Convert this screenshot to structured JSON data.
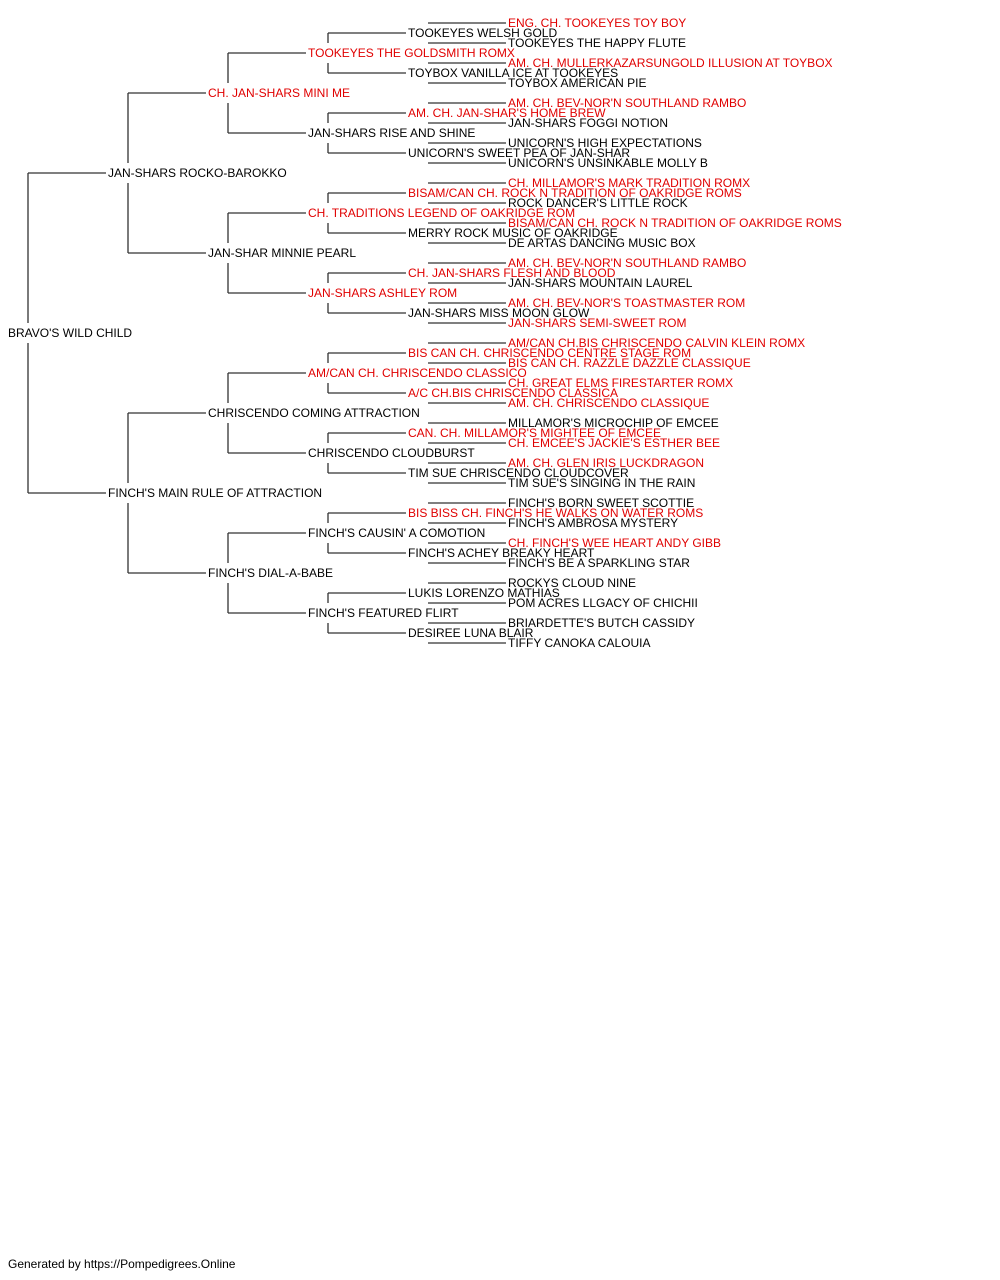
{
  "pedigree": {
    "name": "BRAVO'S WILD CHILD",
    "champion": false,
    "sire": {
      "name": "JAN-SHARS ROCKO-BAROKKO",
      "champion": false,
      "sire": {
        "name": "CH. JAN-SHARS MINI ME",
        "champion": true,
        "sire": {
          "name": "TOOKEYES THE GOLDSMITH ROMX",
          "champion": true,
          "sire": {
            "name": "TOOKEYES WELSH GOLD",
            "champion": false,
            "sire": {
              "name": "ENG. CH. TOOKEYES TOY BOY",
              "champion": true
            },
            "dam": {
              "name": "TOOKEYES THE HAPPY FLUTE",
              "champion": false
            }
          },
          "dam": {
            "name": "TOYBOX VANILLA ICE AT TOOKEYES",
            "champion": false,
            "sire": {
              "name": "AM. CH. MULLERKAZARSUNGOLD ILLUSION AT TOYBOX",
              "champion": true
            },
            "dam": {
              "name": "TOYBOX AMERICAN PIE",
              "champion": false
            }
          }
        },
        "dam": {
          "name": "JAN-SHARS RISE AND SHINE",
          "champion": false,
          "sire": {
            "name": "AM. CH. JAN-SHAR'S HOME BREW",
            "champion": true,
            "sire": {
              "name": "AM. CH. BEV-NOR'N SOUTHLAND RAMBO",
              "champion": true
            },
            "dam": {
              "name": "JAN-SHARS FOGGI NOTION",
              "champion": false
            }
          },
          "dam": {
            "name": "UNICORN'S SWEET PEA OF JAN-SHAR",
            "champion": false,
            "sire": {
              "name": "UNICORN'S HIGH EXPECTATIONS",
              "champion": false
            },
            "dam": {
              "name": "UNICORN'S UNSINKABLE MOLLY B",
              "champion": false
            }
          }
        }
      },
      "dam": {
        "name": "JAN-SHAR MINNIE PEARL",
        "champion": false,
        "sire": {
          "name": "CH. TRADITIONS LEGEND OF OAKRIDGE ROM",
          "champion": true,
          "sire": {
            "name": "BISAM/CAN CH. ROCK N TRADITION OF OAKRIDGE ROMS",
            "champion": true,
            "sire": {
              "name": "CH. MILLAMOR'S MARK TRADITION ROMX",
              "champion": true
            },
            "dam": {
              "name": "ROCK DANCER'S LITTLE ROCK",
              "champion": false
            }
          },
          "dam": {
            "name": "MERRY ROCK MUSIC OF OAKRIDGE",
            "champion": false,
            "sire": {
              "name": "BISAM/CAN CH. ROCK N TRADITION OF OAKRIDGE ROMS",
              "champion": true
            },
            "dam": {
              "name": "DE ARTAS DANCING MUSIC BOX",
              "champion": false
            }
          }
        },
        "dam": {
          "name": "JAN-SHARS ASHLEY ROM",
          "champion": true,
          "sire": {
            "name": "CH. JAN-SHARS FLESH AND BLOOD",
            "champion": true,
            "sire": {
              "name": "AM. CH. BEV-NOR'N SOUTHLAND RAMBO",
              "champion": true
            },
            "dam": {
              "name": "JAN-SHARS MOUNTAIN LAUREL",
              "champion": false
            }
          },
          "dam": {
            "name": "JAN-SHARS MISS MOON GLOW",
            "champion": false,
            "sire": {
              "name": "AM. CH. BEV-NOR'S TOASTMASTER ROM",
              "champion": true
            },
            "dam": {
              "name": "JAN-SHARS SEMI-SWEET ROM",
              "champion": true
            }
          }
        }
      }
    },
    "dam": {
      "name": "FINCH'S MAIN RULE OF ATTRACTION",
      "champion": false,
      "sire": {
        "name": "CHRISCENDO COMING ATTRACTION",
        "champion": false,
        "sire": {
          "name": "AM/CAN CH. CHRISCENDO CLASSICO",
          "champion": true,
          "sire": {
            "name": "BIS CAN CH. CHRISCENDO CENTRE STAGE ROM",
            "champion": true,
            "sire": {
              "name": "AM/CAN CH.BIS CHRISCENDO CALVIN KLEIN ROMX",
              "champion": true
            },
            "dam": {
              "name": "BIS CAN CH. RAZZLE DAZZLE CLASSIQUE",
              "champion": true
            }
          },
          "dam": {
            "name": "A/C CH.BIS CHRISCENDO CLASSICA",
            "champion": true,
            "sire": {
              "name": "CH. GREAT ELMS FIRESTARTER ROMX",
              "champion": true
            },
            "dam": {
              "name": "AM. CH. CHRISCENDO CLASSIQUE",
              "champion": true
            }
          }
        },
        "dam": {
          "name": "CHRISCENDO CLOUDBURST",
          "champion": false,
          "sire": {
            "name": "CAN. CH. MILLAMOR'S MIGHTEE OF EMCEE",
            "champion": true,
            "sire": {
              "name": "MILLAMOR'S MICROCHIP OF EMCEE",
              "champion": false
            },
            "dam": {
              "name": "CH. EMCEE'S JACKIE'S ESTHER BEE",
              "champion": true
            }
          },
          "dam": {
            "name": "TIM SUE CHRISCENDO CLOUDCOVER",
            "champion": false,
            "sire": {
              "name": "AM. CH. GLEN IRIS LUCKDRAGON",
              "champion": true
            },
            "dam": {
              "name": "TIM SUE'S SINGING IN THE RAIN",
              "champion": false
            }
          }
        }
      },
      "dam": {
        "name": "FINCH'S DIAL-A-BABE",
        "champion": false,
        "sire": {
          "name": "FINCH'S CAUSIN' A COMOTION",
          "champion": false,
          "sire": {
            "name": "BIS BISS CH. FINCH'S HE WALKS ON WATER ROMS",
            "champion": true,
            "sire": {
              "name": "FINCH'S BORN SWEET SCOTTIE",
              "champion": false
            },
            "dam": {
              "name": "FINCH'S AMBROSA MYSTERY",
              "champion": false
            }
          },
          "dam": {
            "name": "FINCH'S ACHEY BREAKY HEART",
            "champion": false,
            "sire": {
              "name": "CH. FINCH'S WEE HEART ANDY GIBB",
              "champion": true
            },
            "dam": {
              "name": "FINCH'S BE A SPARKLING STAR",
              "champion": false
            }
          }
        },
        "dam": {
          "name": "FINCH'S FEATURED FLIRT",
          "champion": false,
          "sire": {
            "name": "LUKIS LORENZO MATHIAS",
            "champion": false,
            "sire": {
              "name": "ROCKYS CLOUD NINE",
              "champion": false
            },
            "dam": {
              "name": "POM ACRES LLGACY OF CHICHII",
              "champion": false
            }
          },
          "dam": {
            "name": "DESIREE LUNA BLAIR",
            "champion": false,
            "sire": {
              "name": "BRIARDETTE'S BUTCH CASSIDY",
              "champion": false
            },
            "dam": {
              "name": "TIFFY CANOKA CALOUIA",
              "champion": false
            }
          }
        }
      }
    }
  },
  "colors": {
    "champion": "#e00000",
    "normal": "#000000",
    "line": "#333333"
  },
  "footer": "Generated by https://Pompedigrees.Online"
}
